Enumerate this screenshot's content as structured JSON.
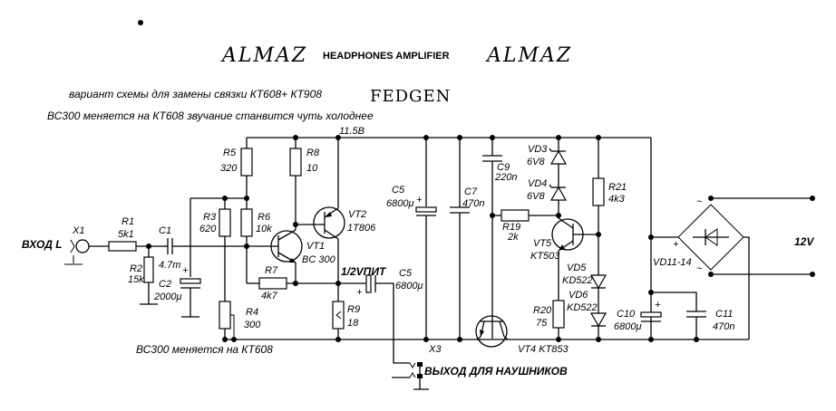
{
  "title": {
    "left_logo": "ALMAZ",
    "subtitle": "HEADPHONES AMPLIFIER",
    "right_logo": "ALMAZ"
  },
  "notes": {
    "line1": "вариант схемы для замены связки КТ608+ КТ908",
    "author": "FEDGEN",
    "line2": "ВС300 меняется на КТ608 звучание станвится чуть холоднее",
    "bottom": "ВС300 меняется на КТ608"
  },
  "rails": {
    "supply_voltage": "11.5В",
    "half_supply": "1/2VПИТ",
    "input_label": "ВХОД L",
    "output_label": "ВЫХОД ДЛЯ НАУШНИКОВ",
    "power_input": "12V"
  },
  "components": {
    "X1": {
      "ref": "X1"
    },
    "R1": {
      "ref": "R1",
      "value": "5k1"
    },
    "R2": {
      "ref": "R2",
      "value": "15k"
    },
    "C1": {
      "ref": "C1",
      "value": "4.7m"
    },
    "C2": {
      "ref": "C2",
      "value": "2000μ"
    },
    "R3": {
      "ref": "R3",
      "value": "620"
    },
    "R4": {
      "ref": "R4",
      "value": "300"
    },
    "R5": {
      "ref": "R5",
      "value": "320"
    },
    "R6": {
      "ref": "R6",
      "value": "10k"
    },
    "R7": {
      "ref": "R7",
      "value": "4k7"
    },
    "R8": {
      "ref": "R8",
      "value": "10"
    },
    "R9": {
      "ref": "R9",
      "value": "18"
    },
    "VT1": {
      "ref": "VT1",
      "value": "BC 300"
    },
    "VT2": {
      "ref": "VT2",
      "value": "1T806"
    },
    "C5out": {
      "ref": "C5",
      "value": "6800μ"
    },
    "C5": {
      "ref": "C5",
      "value": "6800μ"
    },
    "C7": {
      "ref": "C7",
      "value": "470n"
    },
    "C9": {
      "ref": "C9",
      "value": "220n"
    },
    "R19": {
      "ref": "R19",
      "value": "2k"
    },
    "VD3": {
      "ref": "VD3",
      "value": "6V8"
    },
    "VD4": {
      "ref": "VD4",
      "value": "6V8"
    },
    "VT5": {
      "ref": "VT5",
      "value": "KT503"
    },
    "VD5": {
      "ref": "VD5",
      "value": "KD522"
    },
    "VD6": {
      "ref": "VD6",
      "value": "KD522"
    },
    "R20": {
      "ref": "R20",
      "value": "75"
    },
    "R21": {
      "ref": "R21",
      "value": "4k3"
    },
    "VT4": {
      "ref": "VT4 KT853"
    },
    "X3": {
      "ref": "X3"
    },
    "C10": {
      "ref": "C10",
      "value": "6800μ"
    },
    "C11": {
      "ref": "C11",
      "value": "470n"
    },
    "VD11": {
      "ref": "VD11-14"
    }
  },
  "symbols": {
    "plus": "+",
    "tilde": "~",
    "minus": "−"
  }
}
